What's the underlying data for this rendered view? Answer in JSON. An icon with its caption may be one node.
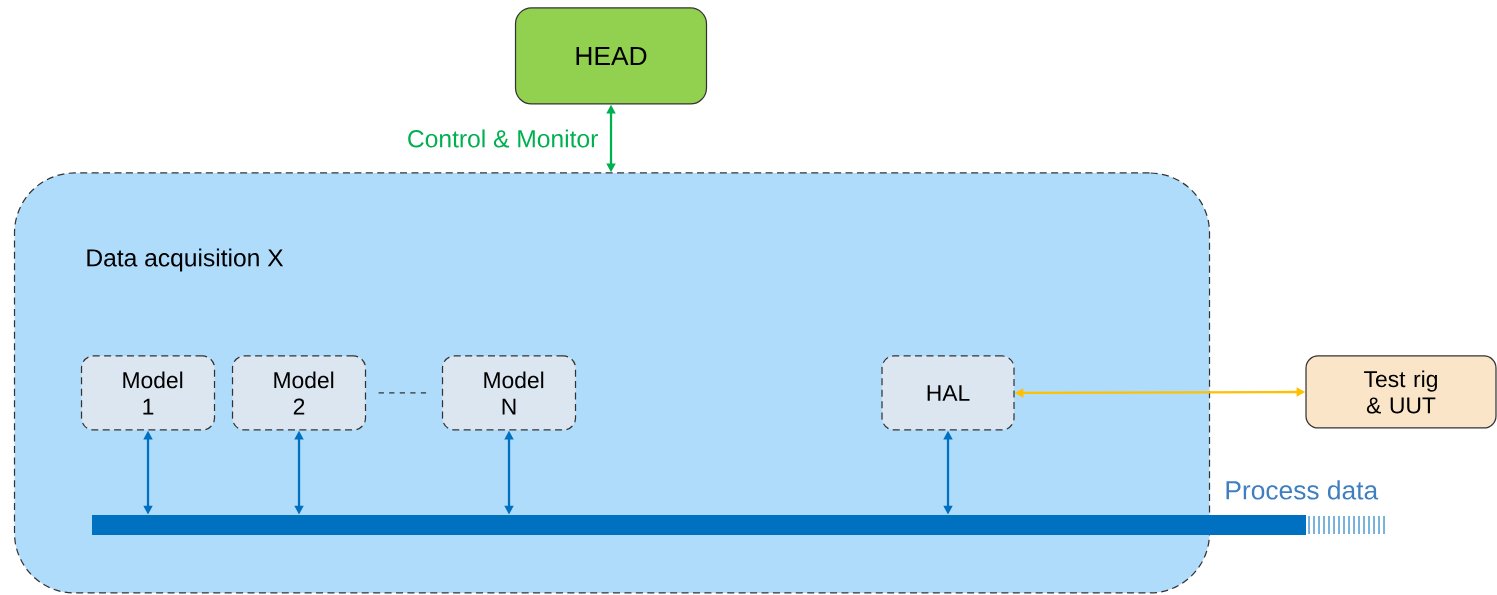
{
  "diagram": {
    "nodes": [
      {
        "text": [
          "HEAD"
        ]
      },
      {
        "text": [
          "Data acquisition X"
        ]
      },
      {
        "text": [
          "Model 1"
        ],
        "in": 1
      },
      {
        "text": [
          "Model 2"
        ],
        "in": 1
      },
      {
        "text": [
          "Model N"
        ],
        "in": 1
      },
      {
        "text": [
          "HAL"
        ],
        "in": 1
      },
      {
        "text": [
          "Test rig & UUT"
        ]
      },
      {
        "text": [],
        "shape": "bar",
        "beside": [
          "Process data"
        ]
      }
    ],
    "edges": [
      {
        "from": 0,
        "to": 1,
        "arrow": "both",
        "label": "Control & Monitor",
        "color": "#00b050"
      },
      {
        "from": 2,
        "to": 7,
        "arrow": "both"
      },
      {
        "from": 3,
        "to": 7,
        "arrow": "both"
      },
      {
        "from": 4,
        "to": 7,
        "arrow": "both"
      },
      {
        "from": 5,
        "to": 7,
        "arrow": "both"
      },
      {
        "from": 3,
        "to": 4,
        "arrow": "none",
        "style": "dashed",
        "color": "#333333"
      },
      {
        "from": 5,
        "to": 6,
        "arrow": "both",
        "color": "#ffc000"
      }
    ]
  }
}
